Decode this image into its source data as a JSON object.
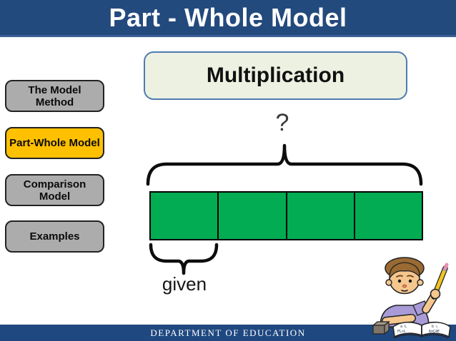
{
  "header": {
    "title": "Part - Whole Model",
    "bg_color": "#234A7D",
    "text_color": "#FFFFFF"
  },
  "sidebar": {
    "items": [
      {
        "label": "The Model Method",
        "active": false
      },
      {
        "label": "Part-Whole Model",
        "active": true
      },
      {
        "label": "Comparison Model",
        "active": false
      },
      {
        "label": "Examples",
        "active": false
      }
    ],
    "active_color": "#FFC000",
    "inactive_color": "#ACACAC"
  },
  "main": {
    "heading": "Multiplication",
    "heading_box_bg": "#EDF1E1",
    "heading_box_border_color": "#4C7CB0",
    "question_label": "?",
    "given_label": "given",
    "bar": {
      "segments": 4,
      "fill_color": "#02AC52",
      "border_color": "#000000"
    }
  },
  "footer": {
    "text": "DEPARTMENT OF EDUCATION",
    "bg_color": "#1F4880",
    "text_color": "#FFFFFF"
  },
  "clipart": {
    "description": "cartoon student holding a pencil over an open math book"
  }
}
